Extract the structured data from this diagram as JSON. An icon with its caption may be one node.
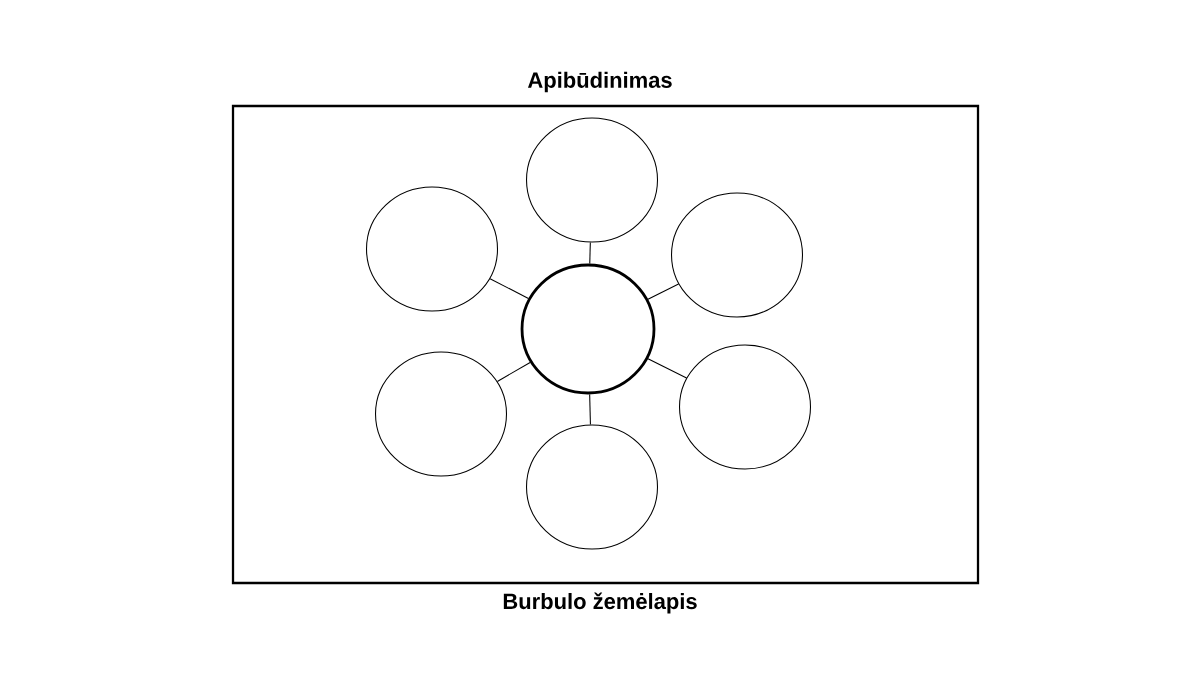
{
  "diagram": {
    "title": "Apibūdinimas",
    "caption": "Burbulo žemėlapis",
    "nodes": [
      {
        "text": [],
        "shape": "circle"
      },
      {
        "text": [],
        "shape": "circle"
      },
      {
        "text": [],
        "shape": "circle"
      },
      {
        "text": [],
        "shape": "circle"
      },
      {
        "text": [],
        "shape": "circle"
      },
      {
        "text": [],
        "shape": "circle"
      },
      {
        "text": [],
        "shape": "circle"
      }
    ],
    "edges": [
      {
        "from": 0,
        "to": 1,
        "arrow": "none"
      },
      {
        "from": 0,
        "to": 2,
        "arrow": "none"
      },
      {
        "from": 0,
        "to": 3,
        "arrow": "none"
      },
      {
        "from": 0,
        "to": 4,
        "arrow": "none"
      },
      {
        "from": 0,
        "to": 5,
        "arrow": "none"
      },
      {
        "from": 0,
        "to": 6,
        "arrow": "none"
      }
    ]
  }
}
